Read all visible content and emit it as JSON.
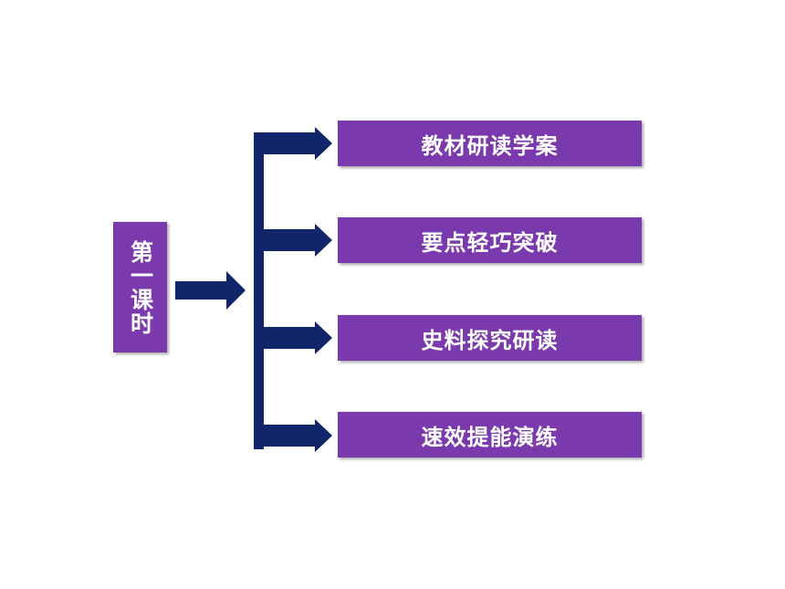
{
  "lesson": {
    "label": "第一课时"
  },
  "items": [
    {
      "label": "教材研读学案"
    },
    {
      "label": "要点轻巧突破"
    },
    {
      "label": "史料探究研读"
    },
    {
      "label": "速效提能演练"
    }
  ],
  "colors": {
    "box_fill": "#7a39ad",
    "connector": "#10256a",
    "text": "#ffffff"
  }
}
